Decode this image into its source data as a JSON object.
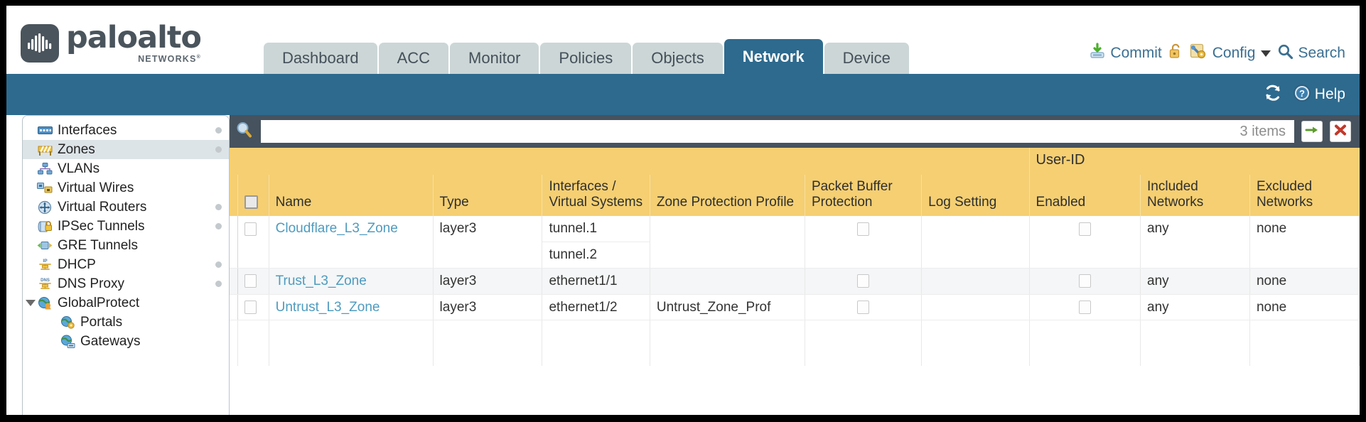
{
  "brand": {
    "name": "paloalto",
    "tagline": "NETWORKS",
    "registered": "®",
    "logo_icon": "paloalto-waveform-logo"
  },
  "nav_tabs": [
    {
      "label": "Dashboard",
      "active": false
    },
    {
      "label": "ACC",
      "active": false
    },
    {
      "label": "Monitor",
      "active": false
    },
    {
      "label": "Policies",
      "active": false
    },
    {
      "label": "Objects",
      "active": false
    },
    {
      "label": "Network",
      "active": true
    },
    {
      "label": "Device",
      "active": false
    }
  ],
  "top_actions": {
    "commit": {
      "label": "Commit",
      "icon": "commit-download-icon"
    },
    "lock": {
      "label": "",
      "icon": "padlock-unlocked-icon"
    },
    "config": {
      "label": "Config",
      "icon": "config-wrench-icon",
      "caret": "chevron-down-icon"
    },
    "search": {
      "label": "Search",
      "icon": "search-magnifier-icon"
    }
  },
  "bluebar": {
    "refresh_icon": "refresh-icon",
    "help_icon": "help-question-icon",
    "help_label": "Help"
  },
  "sidebar": {
    "items": [
      {
        "label": "Interfaces",
        "icon": "interfaces-icon",
        "dot": true,
        "selected": false,
        "child": false,
        "expander": false
      },
      {
        "label": "Zones",
        "icon": "zones-barrier-icon",
        "dot": true,
        "selected": true,
        "child": false,
        "expander": false
      },
      {
        "label": "VLANs",
        "icon": "vlans-network-icon",
        "dot": false,
        "selected": false,
        "child": false,
        "expander": false
      },
      {
        "label": "Virtual Wires",
        "icon": "virtual-wires-icon",
        "dot": false,
        "selected": false,
        "child": false,
        "expander": false
      },
      {
        "label": "Virtual Routers",
        "icon": "virtual-routers-icon",
        "dot": true,
        "selected": false,
        "child": false,
        "expander": false
      },
      {
        "label": "IPSec Tunnels",
        "icon": "ipsec-tunnels-lock-icon",
        "dot": true,
        "selected": false,
        "child": false,
        "expander": false
      },
      {
        "label": "GRE Tunnels",
        "icon": "gre-tunnels-icon",
        "dot": false,
        "selected": false,
        "child": false,
        "expander": false
      },
      {
        "label": "DHCP",
        "icon": "dhcp-ip-icon",
        "dot": true,
        "selected": false,
        "child": false,
        "expander": false
      },
      {
        "label": "DNS Proxy",
        "icon": "dns-proxy-icon",
        "dot": true,
        "selected": false,
        "child": false,
        "expander": false
      },
      {
        "label": "GlobalProtect",
        "icon": "globalprotect-globe-user-icon",
        "dot": false,
        "selected": false,
        "child": false,
        "expander": true
      },
      {
        "label": "Portals",
        "icon": "portals-globe-gear-icon",
        "dot": false,
        "selected": false,
        "child": true,
        "expander": false
      },
      {
        "label": "Gateways",
        "icon": "gateways-globe-icon",
        "dot": false,
        "selected": false,
        "child": true,
        "expander": false
      }
    ]
  },
  "search_bar": {
    "icon": "search-magnifier-icon",
    "value": "",
    "placeholder": "",
    "items_count": "3 items",
    "apply_icon": "green-arrow-right-icon",
    "clear_icon": "red-x-icon"
  },
  "table": {
    "group_header": {
      "label": "User-ID",
      "spans": 3
    },
    "columns": [
      "Name",
      "Type",
      "Interfaces / Virtual Systems",
      "Zone Protection Profile",
      "Packet Buffer Protection",
      "Log Setting",
      "Enabled",
      "Included Networks",
      "Excluded Networks"
    ],
    "select_all_checkbox": "select-all",
    "rows": [
      {
        "selected": false,
        "name": "Cloudflare_L3_Zone",
        "type": "layer3",
        "interfaces": [
          "tunnel.1",
          "tunnel.2"
        ],
        "zone_protection_profile": "",
        "packet_buffer_protection": false,
        "log_setting": "",
        "userid_enabled": false,
        "included_networks": "any",
        "excluded_networks": "none"
      },
      {
        "selected": false,
        "name": "Trust_L3_Zone",
        "type": "layer3",
        "interfaces": [
          "ethernet1/1"
        ],
        "zone_protection_profile": "",
        "packet_buffer_protection": false,
        "log_setting": "",
        "userid_enabled": false,
        "included_networks": "any",
        "excluded_networks": "none"
      },
      {
        "selected": false,
        "name": "Untrust_L3_Zone",
        "type": "layer3",
        "interfaces": [
          "ethernet1/2"
        ],
        "zone_protection_profile": "Untrust_Zone_Prof",
        "packet_buffer_protection": false,
        "log_setting": "",
        "userid_enabled": false,
        "included_networks": "any",
        "excluded_networks": "none"
      }
    ]
  },
  "colors": {
    "brand_blue": "#2d6a8e",
    "header_amber": "#f5cf72",
    "group_amber": "#e0ad32",
    "link_blue": "#4e9bbf",
    "strip_dark": "#46525e",
    "tab_inactive": "#ccd6d6"
  }
}
